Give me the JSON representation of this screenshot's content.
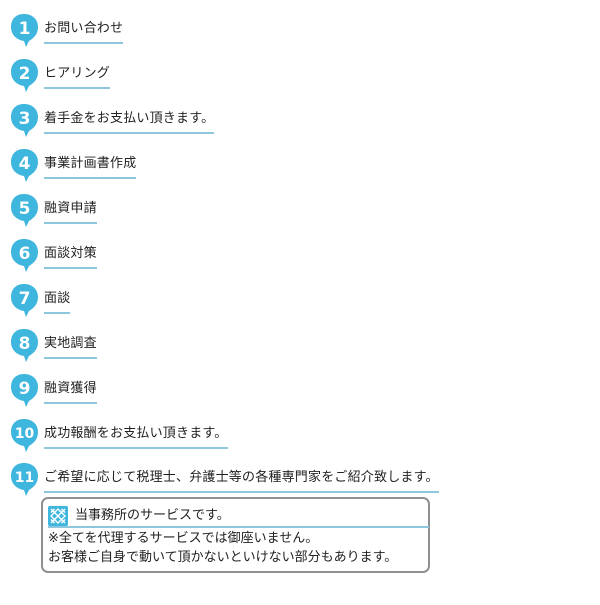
{
  "colors": {
    "badge": "#3fb6dd",
    "underline": "#8ec7db",
    "note_border": "#8f9092"
  },
  "steps": [
    {
      "number": "1",
      "label": "お問い合わせ"
    },
    {
      "number": "2",
      "label": "ヒアリング"
    },
    {
      "number": "3",
      "label": "着手金をお支払い頂きます。"
    },
    {
      "number": "4",
      "label": "事業計画書作成"
    },
    {
      "number": "5",
      "label": "融資申請"
    },
    {
      "number": "6",
      "label": "面談対策"
    },
    {
      "number": "7",
      "label": "面談"
    },
    {
      "number": "8",
      "label": "実地調査"
    },
    {
      "number": "9",
      "label": "融資獲得"
    },
    {
      "number": "10",
      "label": "成功報酬をお支払い頂きます。"
    },
    {
      "number": "11",
      "label": "ご希望に応じて税理士、弁護士等の各種専門家をご紹介致します。"
    }
  ],
  "note": {
    "icon": "lattice-icon",
    "title": "当事務所のサービスです。",
    "lines": [
      "※全てを代理するサービスでは御座いません。",
      "お客様ご自身で動いて頂かないといけない部分もあります。"
    ]
  }
}
